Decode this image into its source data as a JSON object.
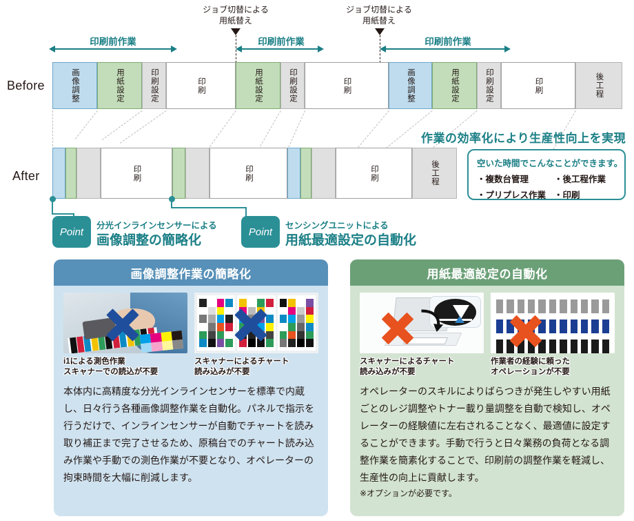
{
  "diagram": {
    "job_switch_notes": [
      {
        "line1": "ジョブ切替による",
        "line2": "用紙替え"
      },
      {
        "line1": "ジョブ切替による",
        "line2": "用紙替え"
      }
    ],
    "prepress_label": "印刷前作業",
    "prepress_arrows": [
      {
        "label": "印刷前作業"
      },
      {
        "label": "印刷前作業"
      },
      {
        "label": "印刷前作業"
      }
    ],
    "before": {
      "row_label": "Before",
      "segments": [
        {
          "text": "画像調整",
          "kind": "blue"
        },
        {
          "text": "用紙設定",
          "kind": "green"
        },
        {
          "text": "印刷設定",
          "kind": "gray"
        },
        {
          "text": "印刷",
          "kind": "white"
        },
        {
          "text": "用紙設定",
          "kind": "green"
        },
        {
          "text": "印刷設定",
          "kind": "gray"
        },
        {
          "text": "印刷",
          "kind": "white"
        },
        {
          "text": "画像調整",
          "kind": "blue"
        },
        {
          "text": "用紙設定",
          "kind": "green"
        },
        {
          "text": "印刷設定",
          "kind": "gray"
        },
        {
          "text": "印刷",
          "kind": "white"
        },
        {
          "text": "後工程",
          "kind": "gray"
        }
      ]
    },
    "after": {
      "row_label": "After",
      "segments": [
        {
          "text": "",
          "kind": "blue"
        },
        {
          "text": "",
          "kind": "green"
        },
        {
          "text": "",
          "kind": "gray"
        },
        {
          "text": "印刷",
          "kind": "white"
        },
        {
          "text": "",
          "kind": "green"
        },
        {
          "text": "",
          "kind": "gray"
        },
        {
          "text": "印刷",
          "kind": "white"
        },
        {
          "text": "",
          "kind": "blue"
        },
        {
          "text": "",
          "kind": "green"
        },
        {
          "text": "",
          "kind": "gray"
        },
        {
          "text": "印刷",
          "kind": "white"
        },
        {
          "text": "後工程",
          "kind": "gray"
        }
      ]
    },
    "headline": "作業の効率化により生産性向上を実現",
    "infobox": {
      "title": "空いた時間でこんなことができます。",
      "items": [
        "・複数台管理",
        "・後工程作業",
        "・プリプレス作業",
        "・印刷"
      ]
    },
    "points": [
      {
        "badge": "Point",
        "sub": "分光インラインセンサーによる",
        "main": "画像調整の簡略化"
      },
      {
        "badge": "Point",
        "sub": "センシングユニットによる",
        "main": "用紙最適設定の自動化"
      }
    ]
  },
  "cards": [
    {
      "title": "画像調整作業の簡略化",
      "figures": [
        {
          "caption_line1": "i1による測色作業",
          "caption_line2": "スキャナーでの読込が不要",
          "x_color": "#1f4e9c"
        },
        {
          "caption_line1": "スキャナーによるチャート",
          "caption_line2": "読み込みが不要",
          "x_color": "#1f4e9c"
        }
      ],
      "body": "本体内に高精度な分光インラインセンサーを標準で内蔵し、日々行う各種画像調整作業を自動化。パネルで指示を行うだけで、インラインセンサーが自動でチャートを読み取り補正まで完了させるため、原稿台でのチャート読み込み作業や手動での測色作業が不要となり、オペレーターの拘束時間を大幅に削減します。",
      "note": "",
      "header_color": "#5790b8",
      "bg_color": "#cfe2ef"
    },
    {
      "title": "用紙最適設定の自動化",
      "figures": [
        {
          "caption_line1": "スキャナーによるチャート",
          "caption_line2": "読み込みが不要",
          "x_color": "#e8521e"
        },
        {
          "caption_line1": "作業者の経験に頼った",
          "caption_line2": "オペレーションが不要",
          "x_color": "#e8521e"
        }
      ],
      "body": "オペレーターのスキルによりばらつきが発生しやすい用紙ごとのレジ調整やトナー載り量調整を自動で検知し、オペレーターの経験値に左右されることなく、最適値に設定することができます。手動で行うと日々業務の負荷となる調整作業を簡素化することで、印刷前の調整作業を軽減し、生産性の向上に貢献します。",
      "note": "※オプションが必要です。",
      "header_color": "#6ba077",
      "bg_color": "#d3e3d1"
    }
  ],
  "colors": {
    "teal": "#1b7f86",
    "teal_solid": "#2b8f96",
    "blue_seg": "#bfdcee",
    "green_seg": "#c3ddba",
    "gray_seg": "#e0e0e0"
  }
}
